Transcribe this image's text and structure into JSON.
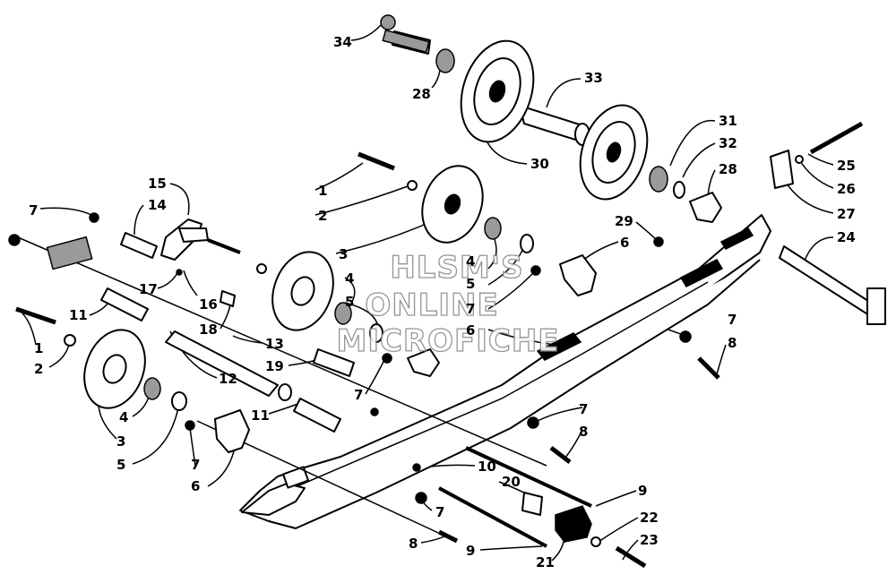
{
  "diagram": {
    "callouts": [
      {
        "label": "34"
      },
      {
        "label": "28"
      },
      {
        "label": "33"
      },
      {
        "label": "30"
      },
      {
        "label": "31"
      },
      {
        "label": "32"
      },
      {
        "label": "28"
      },
      {
        "label": "25"
      },
      {
        "label": "26"
      },
      {
        "label": "27"
      },
      {
        "label": "29"
      },
      {
        "label": "24"
      },
      {
        "label": "15"
      },
      {
        "label": "14"
      },
      {
        "label": "7"
      },
      {
        "label": "1"
      },
      {
        "label": "2"
      },
      {
        "label": "3"
      },
      {
        "label": "4"
      },
      {
        "label": "5"
      },
      {
        "label": "6"
      },
      {
        "label": "4"
      },
      {
        "label": "5"
      },
      {
        "label": "7"
      },
      {
        "label": "6"
      },
      {
        "label": "17"
      },
      {
        "label": "16"
      },
      {
        "label": "18"
      },
      {
        "label": "11"
      },
      {
        "label": "1"
      },
      {
        "label": "2"
      },
      {
        "label": "13"
      },
      {
        "label": "19"
      },
      {
        "label": "12"
      },
      {
        "label": "7"
      },
      {
        "label": "8"
      },
      {
        "label": "7"
      },
      {
        "label": "4"
      },
      {
        "label": "11"
      },
      {
        "label": "3"
      },
      {
        "label": "7"
      },
      {
        "label": "8"
      },
      {
        "label": "5"
      },
      {
        "label": "7"
      },
      {
        "label": "6"
      },
      {
        "label": "10"
      },
      {
        "label": "20"
      },
      {
        "label": "9"
      },
      {
        "label": "7"
      },
      {
        "label": "22"
      },
      {
        "label": "8"
      },
      {
        "label": "9"
      },
      {
        "label": "23"
      },
      {
        "label": "21"
      }
    ],
    "watermark": [
      "HLSM'S",
      "ONLINE",
      "MICROFICHE"
    ]
  }
}
